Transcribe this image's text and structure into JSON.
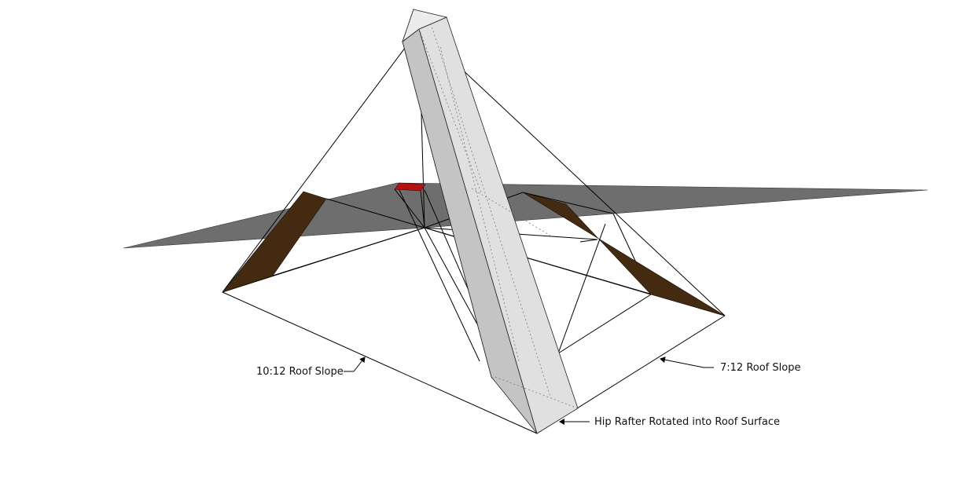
{
  "labels": {
    "left_slope": "10:12 Roof Slope",
    "right_slope": "7:12 Roof Slope",
    "hip_rafter": "Hip Rafter Rotated into Roof Surface"
  },
  "colors": {
    "background": "#ffffff",
    "plane": "#6e6e6e",
    "rafter_light": "#e0e0e0",
    "rafter_mid": "#c4c4c4",
    "rafter_dark": "#a9a9a9",
    "brown_board": "#452a12",
    "red_cut": "#b51212",
    "line": "#000000"
  }
}
